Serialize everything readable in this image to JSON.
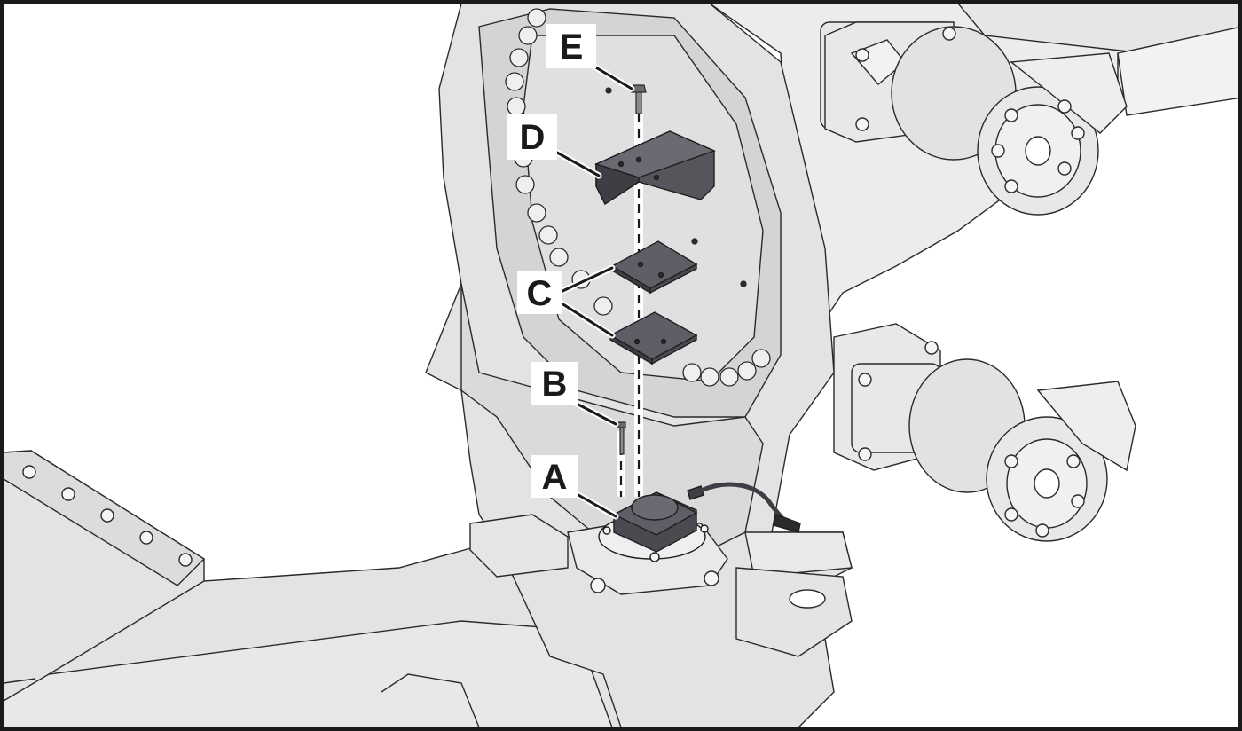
{
  "callouts": [
    {
      "id": "E",
      "label": "E"
    },
    {
      "id": "D",
      "label": "D"
    },
    {
      "id": "C",
      "label": "C"
    },
    {
      "id": "B",
      "label": "B"
    },
    {
      "id": "A",
      "label": "A"
    }
  ],
  "colors": {
    "machine_fill": "#e3e3e3",
    "machine_fill_light": "#ececec",
    "machine_stroke": "#2a2a2a",
    "part_fill": "#55555c",
    "part_fill_dark": "#3e3e44",
    "border": "#1a1a1a"
  }
}
